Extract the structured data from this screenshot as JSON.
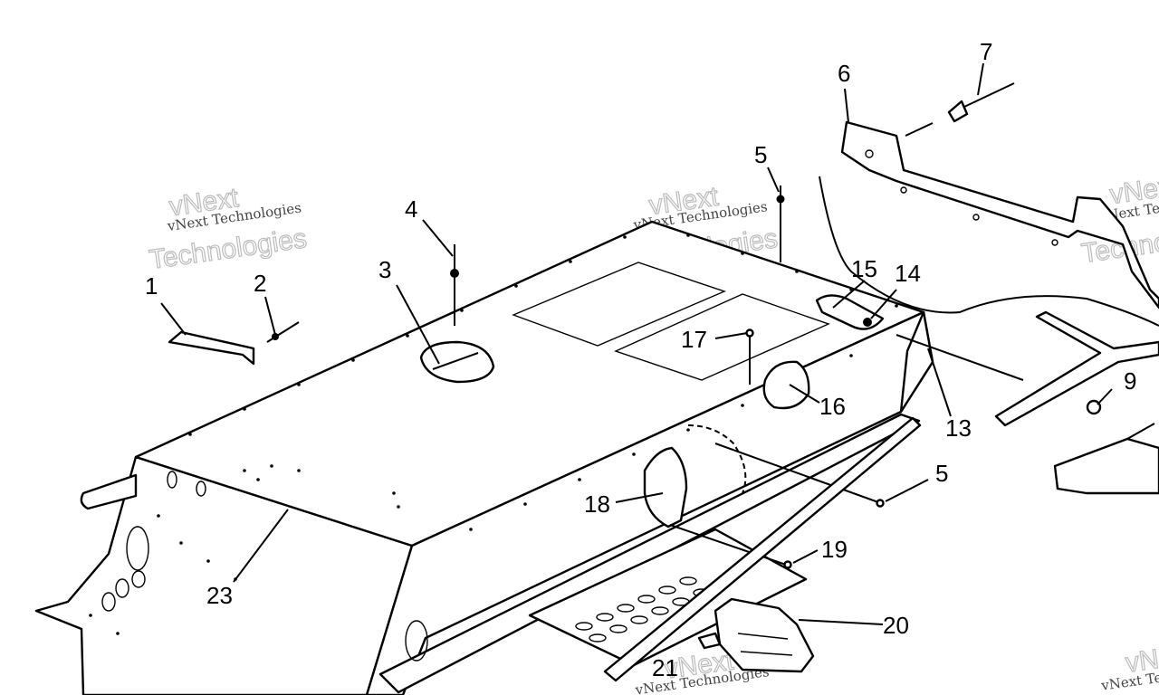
{
  "watermark": {
    "company": "vNext Technologies",
    "line_a": "vNext",
    "line_b": "Technologies"
  },
  "callouts": [
    {
      "id": "c1",
      "text": "1"
    },
    {
      "id": "c2",
      "text": "2"
    },
    {
      "id": "c3",
      "text": "3"
    },
    {
      "id": "c4",
      "text": "4"
    },
    {
      "id": "c5a",
      "text": "5"
    },
    {
      "id": "c5b",
      "text": "5"
    },
    {
      "id": "c6",
      "text": "6"
    },
    {
      "id": "c7",
      "text": "7"
    },
    {
      "id": "c9",
      "text": "9"
    },
    {
      "id": "c13",
      "text": "13"
    },
    {
      "id": "c14",
      "text": "14"
    },
    {
      "id": "c15",
      "text": "15"
    },
    {
      "id": "c16",
      "text": "16"
    },
    {
      "id": "c17",
      "text": "17"
    },
    {
      "id": "c18",
      "text": "18"
    },
    {
      "id": "c19",
      "text": "19"
    },
    {
      "id": "c20",
      "text": "20"
    },
    {
      "id": "c21",
      "text": "21"
    },
    {
      "id": "c23",
      "text": "23"
    }
  ]
}
